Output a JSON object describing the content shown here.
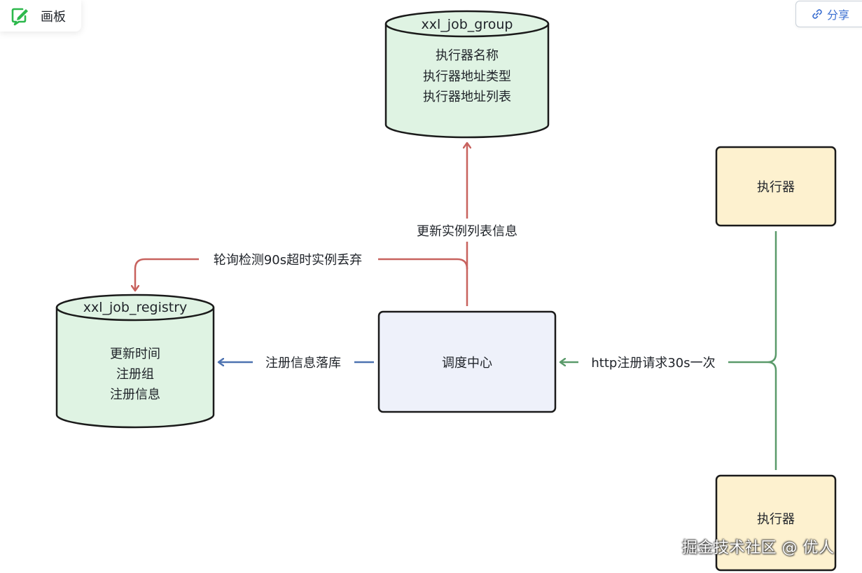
{
  "header": {
    "board_title": "画板",
    "share_label": "分享",
    "app_icon": "edit-board-icon",
    "share_icon": "link-icon"
  },
  "diagram": {
    "db_group": {
      "title": "xxl_job_group",
      "lines": [
        "执行器名称",
        "执行器地址类型",
        "执行器地址列表"
      ]
    },
    "db_registry": {
      "title": "xxl_job_registry",
      "lines": [
        "更新时间",
        "注册组",
        "注册信息"
      ]
    },
    "scheduler": {
      "label": "调度中心"
    },
    "executor_top": {
      "label": "执行器"
    },
    "executor_bottom": {
      "label": "执行器"
    },
    "edges": {
      "update_instances": "更新实例列表信息",
      "poll_timeout": "轮询检测90s超时实例丢弃",
      "register_persist": "注册信息落库",
      "http_register": "http注册请求30s一次"
    }
  },
  "colors": {
    "db_fill": "#dff3e3",
    "node_fill_scheduler": "#eef1fa",
    "node_fill_executor": "#fdf1cf",
    "stroke": "#1a1a1a",
    "red_edge": "#c8625e",
    "blue_edge": "#4d72b0",
    "green_edge": "#5a9a6a"
  },
  "watermark": "掘金技术社区 @ 优人"
}
